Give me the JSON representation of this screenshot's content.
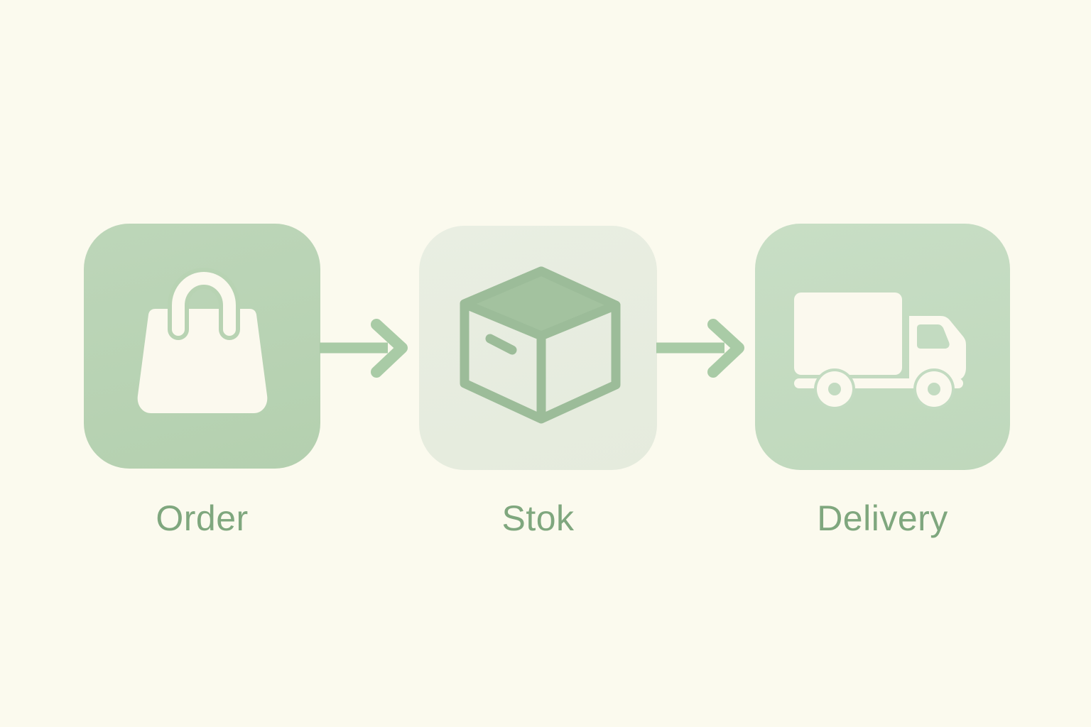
{
  "flow": {
    "steps": [
      {
        "label": "Order",
        "icon": "shopping-bag-icon",
        "tile_color": "#b9d3b4"
      },
      {
        "label": "Stok",
        "icon": "package-box-icon",
        "tile_color": "#e7ecdf"
      },
      {
        "label": "Delivery",
        "icon": "delivery-truck-icon",
        "tile_color": "#c3dbc1"
      }
    ],
    "connectors": [
      {
        "type": "arrow-right",
        "color": "#a9cba6"
      },
      {
        "type": "arrow-right",
        "color": "#a9cba6"
      }
    ],
    "colors": {
      "background": "#fbfaee",
      "label_text": "#7fa77e",
      "icon_foreground": "#fbf9ee",
      "box_icon_stroke": "#9cbc99",
      "box_icon_top_fill": "#a3c29f"
    }
  }
}
